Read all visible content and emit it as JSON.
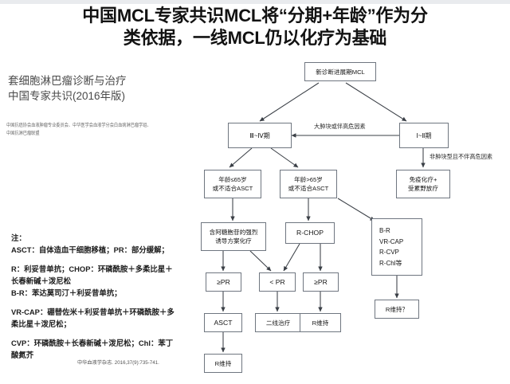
{
  "title": {
    "line1": "中国MCL专家共识MCL将“分期+年龄”作为分",
    "line2": "类依据，一线MCL仍以化疗为基础"
  },
  "document": {
    "name_line1": "套细胞淋巴瘤诊断与治疗",
    "name_line2": "中国专家共识(2016年版)",
    "org_line1": "中国抗癌协会血液肿瘤专业委员会、中华医学会血液学分会白血病淋巴瘤学组、",
    "org_line2": "中国抗淋巴瘤联盟"
  },
  "notes": {
    "heading": "注：",
    "blocks": [
      {
        "lines": [
          "ASCT：自体造血干细胞移植；PR：部分缓解；"
        ]
      },
      {
        "lines": [
          "R：利妥昔单抗；CHOP：环磷酰胺＋多柔比星＋",
          "长春新碱＋泼尼松",
          "B-R：苯达莫司汀＋利妥昔单抗；"
        ]
      },
      {
        "lines": [
          "VR-CAP：硼替佐米＋利妥昔单抗＋环磷酰胺＋多",
          "柔比星＋泼尼松；"
        ]
      },
      {
        "lines": [
          "CVP：环磷酰胺＋长春新碱＋泼尼松；Chl：苯丁",
          "酸氮芥"
        ]
      }
    ],
    "citation": "中华血液学杂志. 2016,37(9):735-741."
  },
  "flowchart": {
    "nodes": {
      "diagnosis": {
        "lines": [
          "新诊断进展期MCL"
        ]
      },
      "stage34": {
        "lines": [
          "Ⅲ~Ⅳ期"
        ]
      },
      "stage12": {
        "lines": [
          "Ⅰ~Ⅱ期"
        ]
      },
      "age_le65": {
        "lines": [
          "年龄≤65岁",
          "或不适合ASCT"
        ]
      },
      "age_gt65": {
        "lines": [
          "年龄>65岁",
          "或不适合ASCT"
        ]
      },
      "immuno_rt": {
        "lines": [
          "免疫化疗+",
          "受累野放疗"
        ]
      },
      "cytarabine": {
        "lines": [
          "含阿糖胞苷的强烈",
          "诱导方案化疗"
        ]
      },
      "rchop": {
        "lines": [
          "R-CHOP"
        ]
      },
      "regimens": {
        "lines": [
          "B-R",
          "VR-CAP",
          "R-CVP",
          "R-Chl等"
        ]
      },
      "pr_ge_left": {
        "lines": [
          "≥PR"
        ]
      },
      "pr_lt": {
        "lines": [
          "< PR"
        ]
      },
      "pr_ge_right": {
        "lines": [
          "≥PR"
        ]
      },
      "asct": {
        "lines": [
          "ASCT"
        ]
      },
      "second_line": {
        "lines": [
          "二线治疗"
        ]
      },
      "r_maint_mid": {
        "lines": [
          "R维持"
        ]
      },
      "r_maint_q": {
        "lines": [
          "R维持？"
        ]
      },
      "r_maint_left": {
        "lines": [
          "R维持"
        ]
      }
    },
    "edge_labels": {
      "bulky_highrisk": "大肿块或伴高危因素",
      "nonbulky_norisk": "非肿块型且不伴高危因素"
    }
  },
  "colors": {
    "node_border": "#6f7680",
    "connector": "#3a3f46",
    "title_text": "#121212",
    "background": "#ffffff"
  }
}
